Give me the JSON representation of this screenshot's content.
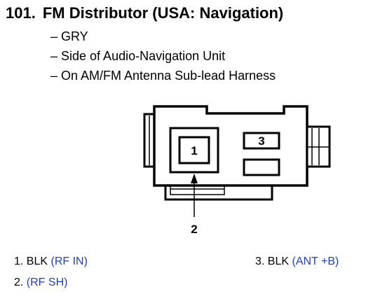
{
  "heading": {
    "number": "101.",
    "title": "FM Distributor (USA: Navigation)"
  },
  "details": [
    "– GRY",
    "– Side of Audio-Navigation Unit",
    "– On AM/FM Antenna Sub-lead Harness"
  ],
  "connector": {
    "cavity_labels": [
      "1",
      "3"
    ],
    "callout_label": "2"
  },
  "pins": [
    {
      "num": "1.",
      "color": "BLK",
      "signal": "(RF IN)"
    },
    {
      "num": "2.",
      "color": "",
      "signal": "(RF SH)"
    },
    {
      "num": "3.",
      "color": "BLK",
      "signal": "(ANT +B)"
    }
  ],
  "colors": {
    "signal_text": "#1f3fb8",
    "line": "#000000"
  }
}
